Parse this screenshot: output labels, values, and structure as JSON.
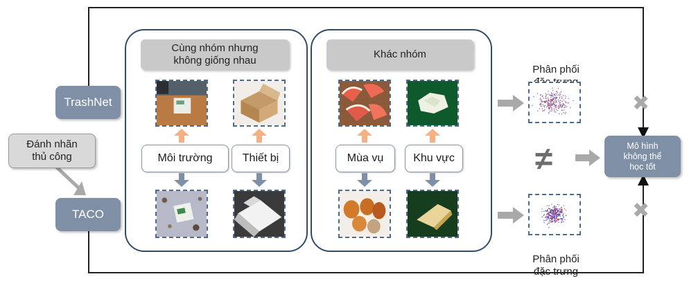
{
  "sources": {
    "trashnet": "TrashNet",
    "taco": "TACO",
    "manual_label": "Đánh nhãn\nthủ công"
  },
  "panels": {
    "same_group": {
      "title": "Cùng nhóm nhưng\nkhông giống nhau",
      "labels": [
        "Môi trường",
        "Thiết bị"
      ]
    },
    "different_group": {
      "title": "Khác nhóm",
      "labels": [
        "Mùa vụ",
        "Khu vực"
      ]
    }
  },
  "feature_dist_top": "Phân phối\nđặc trưng",
  "feature_dist_bottom": "Phân phối\nđặc trưng",
  "not_equal_symbol": "≠",
  "x_symbol": "✖",
  "model": "Mô hình\nkhông thể\nhọc tốt",
  "icons": [
    "arrow-up-icon",
    "arrow-down-icon",
    "arrow-right-icon",
    "cross-icon",
    "not-equal-icon"
  ],
  "colors": {
    "source_box": "#7f90a6",
    "panel_border": "#334b6b",
    "orange_arrow": "#f5b183",
    "blue_arrow": "#7f90a6",
    "gray_arrow": "#a9a9a9"
  }
}
